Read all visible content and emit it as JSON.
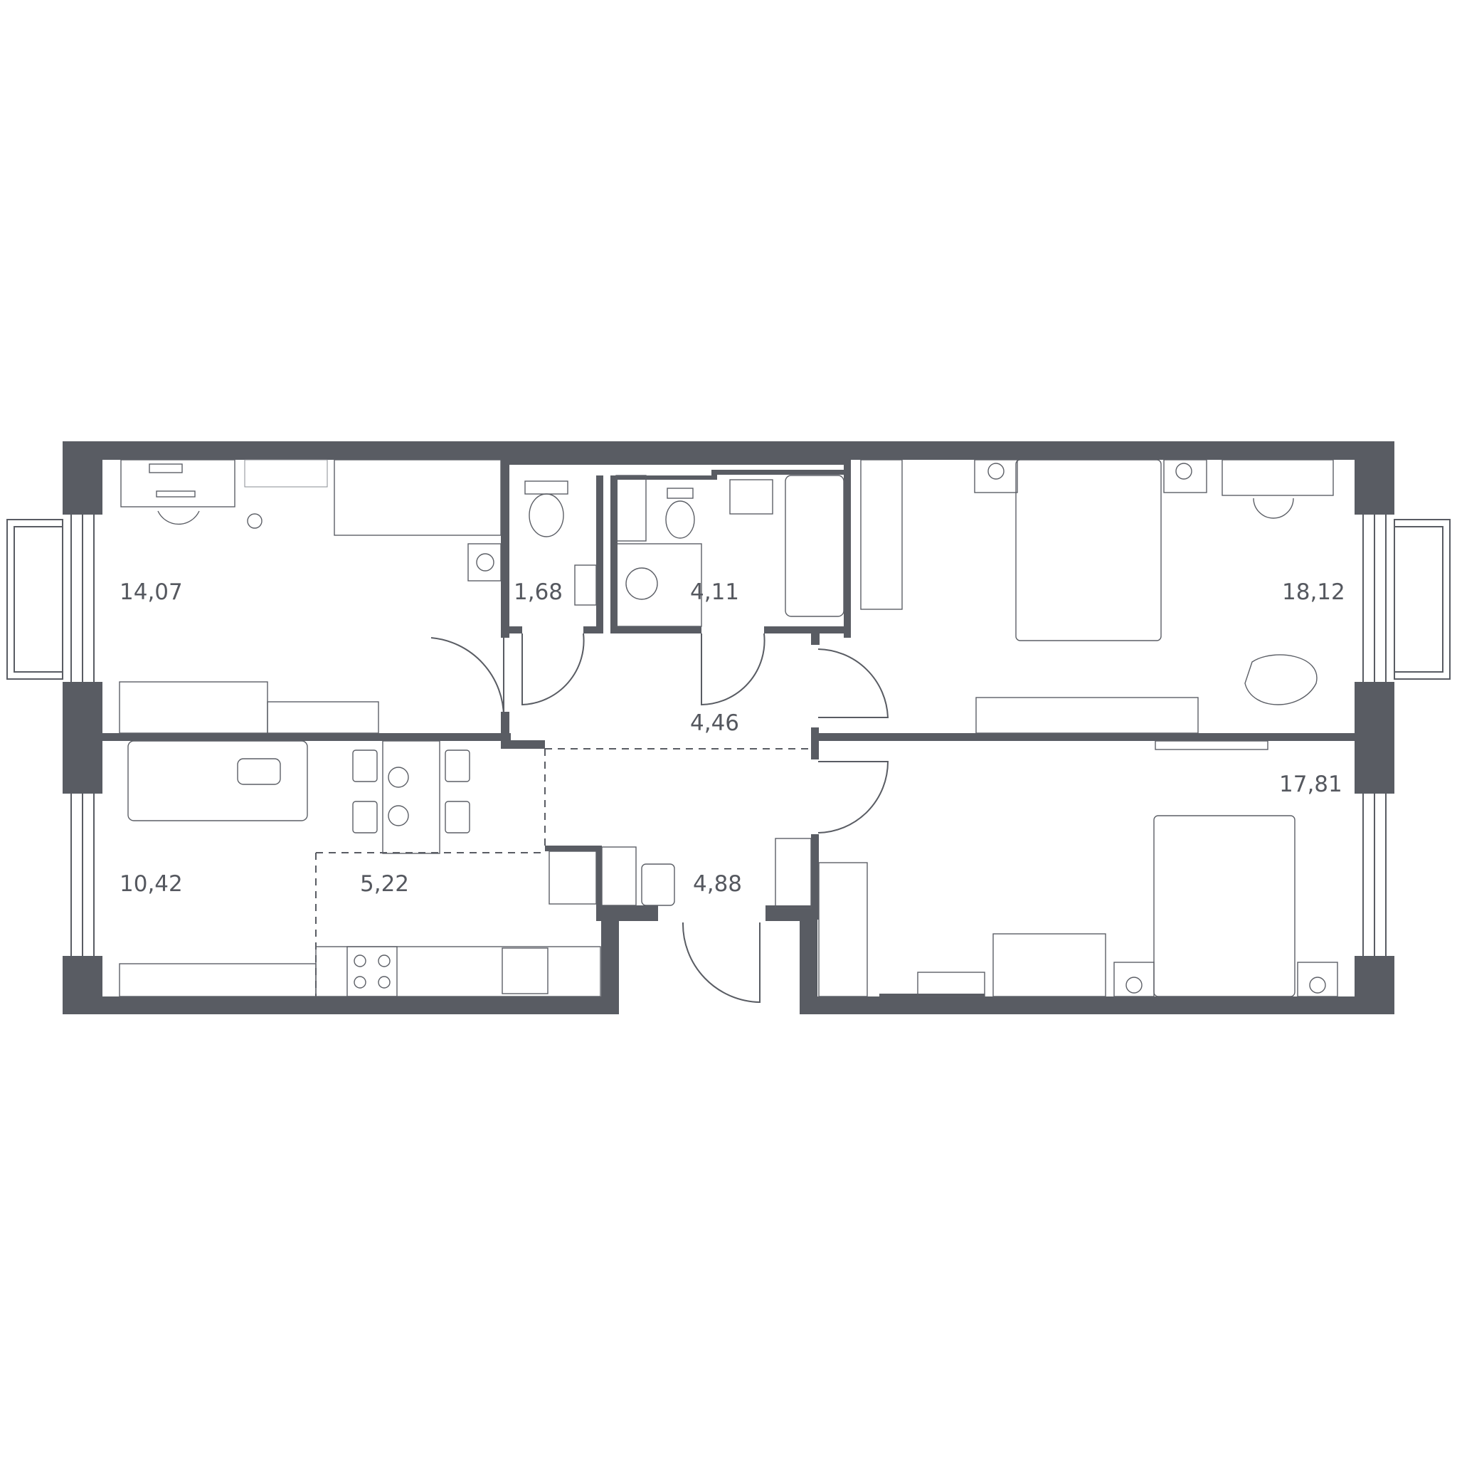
{
  "floor_plan": {
    "colors": {
      "wall": "#595c63",
      "background": "#ffffff",
      "label": "#55585f",
      "furniture": "#5c5f66"
    },
    "rooms": [
      {
        "id": "bedroom-top-left",
        "area": "14,07"
      },
      {
        "id": "wc-small",
        "area": "1,68"
      },
      {
        "id": "bathroom",
        "area": "4,11"
      },
      {
        "id": "bedroom-top-right",
        "area": "18,12"
      },
      {
        "id": "hallway",
        "area": "4,46"
      },
      {
        "id": "living-room",
        "area": "10,42"
      },
      {
        "id": "kitchen",
        "area": "5,22"
      },
      {
        "id": "entrance-hall",
        "area": "4,88"
      },
      {
        "id": "bedroom-bottom-right",
        "area": "17,81"
      }
    ]
  }
}
